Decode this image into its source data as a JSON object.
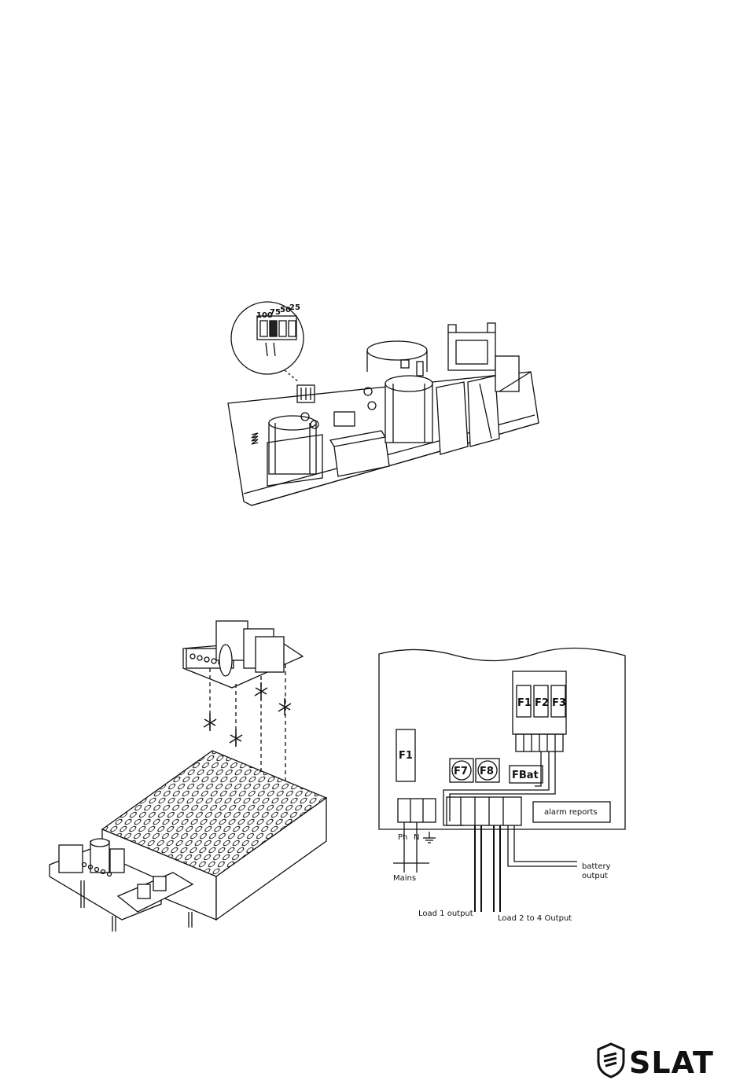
{
  "figure1": {
    "jumper_labels": [
      "100",
      "75",
      "50",
      "25"
    ]
  },
  "figure3": {
    "fuses": [
      "F1",
      "F2",
      "F3"
    ],
    "fuse_left": "F1",
    "fuse_f7": "F7",
    "fuse_f8": "F8",
    "fuse_bat": "FBat",
    "alarm_reports": "alarm reports",
    "terminal_ph": "Ph",
    "terminal_n": "N",
    "mains": "Mains",
    "battery_output_line1": "battery",
    "battery_output_line2": "output",
    "load1_output": "Load 1 output",
    "load2to4_output": "Load 2 to 4 Output"
  },
  "logo": {
    "text": "SLAT",
    "icon": "slat-shield-icon"
  }
}
